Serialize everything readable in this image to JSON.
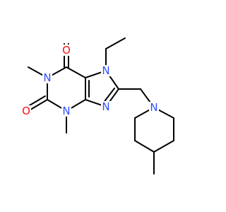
{
  "colors": {
    "bond": "#000000",
    "oxygen": "#ff0d0d",
    "nitrogen": "#3050f8",
    "background": "#ffffff"
  },
  "molecule": {
    "atoms": [
      {
        "id": "O6",
        "label": "O",
        "element": "O"
      },
      {
        "id": "O2",
        "label": "O",
        "element": "O"
      },
      {
        "id": "N7",
        "label": "N",
        "element": "N"
      },
      {
        "id": "N1",
        "label": "N",
        "element": "N"
      },
      {
        "id": "N3",
        "label": "N",
        "element": "N"
      },
      {
        "id": "N9",
        "label": "N",
        "element": "N"
      },
      {
        "id": "Npip",
        "label": "N",
        "element": "N"
      }
    ]
  }
}
